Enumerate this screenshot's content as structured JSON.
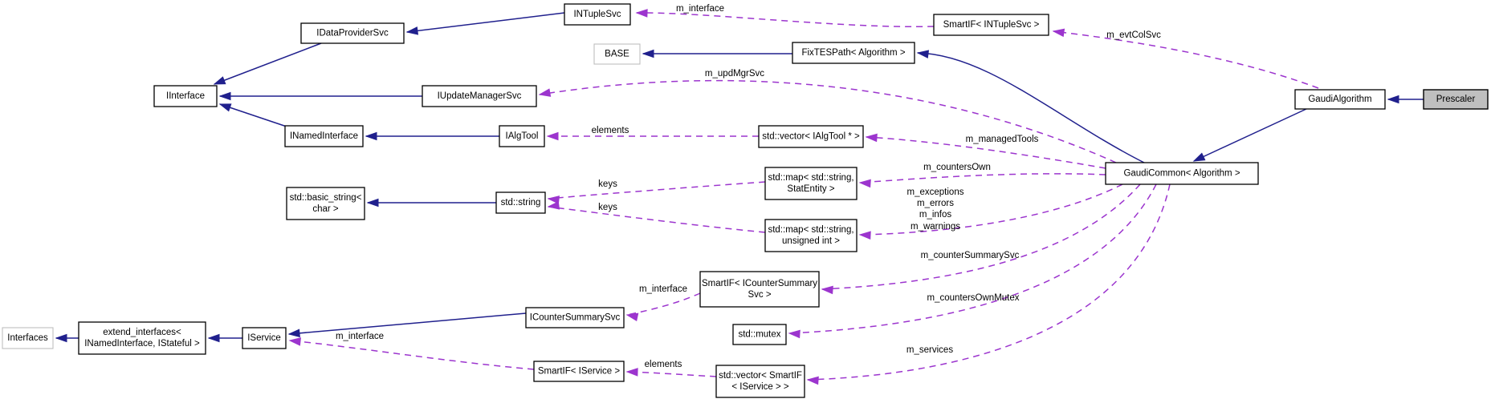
{
  "colors": {
    "inheritance_edge": "#20208d",
    "member_edge": "#9c35ce",
    "node_border": "#000000",
    "external_node_border": "#bebebe",
    "current_node_fill": "#bfbfbf",
    "background": "#ffffff"
  },
  "nodes": [
    {
      "id": "prescaler",
      "kind": "current",
      "lines": [
        "Prescaler"
      ]
    },
    {
      "id": "gaudialgorithm",
      "kind": "class",
      "lines": [
        "GaudiAlgorithm"
      ]
    },
    {
      "id": "gaudicommon",
      "kind": "class",
      "lines": [
        "GaudiCommon< Algorithm >"
      ]
    },
    {
      "id": "intuplesvc",
      "kind": "class",
      "lines": [
        "INTupleSvc"
      ]
    },
    {
      "id": "smartif_intuplesvc",
      "kind": "class",
      "lines": [
        "SmartIF< INTupleSvc >"
      ]
    },
    {
      "id": "idataprovidersvc",
      "kind": "class",
      "lines": [
        "IDataProviderSvc"
      ]
    },
    {
      "id": "base",
      "kind": "external",
      "lines": [
        "BASE"
      ]
    },
    {
      "id": "fixtespath",
      "kind": "class",
      "lines": [
        "FixTESPath< Algorithm >"
      ]
    },
    {
      "id": "iinterface",
      "kind": "class",
      "lines": [
        "IInterface"
      ]
    },
    {
      "id": "iupdatemanagersvc",
      "kind": "class",
      "lines": [
        "IUpdateManagerSvc"
      ]
    },
    {
      "id": "inamedinterface",
      "kind": "class",
      "lines": [
        "INamedInterface"
      ]
    },
    {
      "id": "ialgtool",
      "kind": "class",
      "lines": [
        "IAlgTool"
      ]
    },
    {
      "id": "vector_ialgtool",
      "kind": "class",
      "lines": [
        "std::vector< IAlgTool * >"
      ]
    },
    {
      "id": "basic_string",
      "kind": "class",
      "lines": [
        "std::basic_string<",
        "char >"
      ]
    },
    {
      "id": "stdstring",
      "kind": "class",
      "lines": [
        "std::string"
      ]
    },
    {
      "id": "map_stat",
      "kind": "class",
      "lines": [
        "std::map< std::string,",
        "StatEntity >"
      ]
    },
    {
      "id": "map_uint",
      "kind": "class",
      "lines": [
        "std::map< std::string,",
        "unsigned int >"
      ]
    },
    {
      "id": "interfaces",
      "kind": "external",
      "lines": [
        "Interfaces"
      ]
    },
    {
      "id": "extend_interfaces",
      "kind": "class",
      "lines": [
        "extend_interfaces<",
        "INamedInterface, IStateful >"
      ]
    },
    {
      "id": "iservice",
      "kind": "class",
      "lines": [
        "IService"
      ]
    },
    {
      "id": "icountersummarysvc",
      "kind": "class",
      "lines": [
        "ICounterSummarySvc"
      ]
    },
    {
      "id": "smartif_icss",
      "kind": "class",
      "lines": [
        "SmartIF< ICounterSummary",
        "Svc >"
      ]
    },
    {
      "id": "mutex",
      "kind": "class",
      "lines": [
        "std::mutex"
      ]
    },
    {
      "id": "smartif_iservice",
      "kind": "class",
      "lines": [
        "SmartIF< IService >"
      ]
    },
    {
      "id": "vector_smartif_iservice",
      "kind": "class",
      "lines": [
        "std::vector< SmartIF",
        "< IService > >"
      ]
    }
  ],
  "edges": [
    {
      "from": "prescaler",
      "to": "gaudialgorithm",
      "relation": "inheritance"
    },
    {
      "from": "gaudialgorithm",
      "to": "gaudicommon",
      "relation": "inheritance"
    },
    {
      "from": "gaudicommon",
      "to": "fixtespath",
      "relation": "inheritance"
    },
    {
      "from": "fixtespath",
      "to": "base",
      "relation": "inheritance"
    },
    {
      "from": "intuplesvc",
      "to": "idataprovidersvc",
      "relation": "inheritance"
    },
    {
      "from": "idataprovidersvc",
      "to": "iinterface",
      "relation": "inheritance"
    },
    {
      "from": "iupdatemanagersvc",
      "to": "iinterface",
      "relation": "inheritance"
    },
    {
      "from": "inamedinterface",
      "to": "iinterface",
      "relation": "inheritance"
    },
    {
      "from": "ialgtool",
      "to": "inamedinterface",
      "relation": "inheritance"
    },
    {
      "from": "stdstring",
      "to": "basic_string",
      "relation": "inheritance"
    },
    {
      "from": "extend_interfaces",
      "to": "interfaces",
      "relation": "inheritance"
    },
    {
      "from": "iservice",
      "to": "extend_interfaces",
      "relation": "inheritance"
    },
    {
      "from": "icountersummarysvc",
      "to": "iservice",
      "relation": "inheritance"
    },
    {
      "from": "smartif_intuplesvc",
      "to": "intuplesvc",
      "relation": "member",
      "label": "m_interface"
    },
    {
      "from": "gaudialgorithm",
      "to": "smartif_intuplesvc",
      "relation": "member",
      "label": "m_evtColSvc"
    },
    {
      "from": "gaudicommon",
      "to": "iupdatemanagersvc",
      "relation": "member",
      "label": "m_updMgrSvc"
    },
    {
      "from": "gaudicommon",
      "to": "vector_ialgtool",
      "relation": "member",
      "label": "m_managedTools"
    },
    {
      "from": "vector_ialgtool",
      "to": "ialgtool",
      "relation": "member",
      "label": "elements"
    },
    {
      "from": "gaudicommon",
      "to": "map_stat",
      "relation": "member",
      "label": "m_countersOwn"
    },
    {
      "from": "map_stat",
      "to": "stdstring",
      "relation": "member",
      "label": "keys"
    },
    {
      "from": "gaudicommon",
      "to": "map_uint",
      "relation": "member",
      "labels": [
        "m_exceptions",
        "m_errors",
        "m_infos",
        "m_warnings"
      ]
    },
    {
      "from": "map_uint",
      "to": "stdstring",
      "relation": "member",
      "label": "keys"
    },
    {
      "from": "gaudicommon",
      "to": "smartif_icss",
      "relation": "member",
      "label": "m_counterSummarySvc"
    },
    {
      "from": "gaudicommon",
      "to": "mutex",
      "relation": "member",
      "label": "m_countersOwnMutex"
    },
    {
      "from": "gaudicommon",
      "to": "vector_smartif_iservice",
      "relation": "member",
      "label": "m_services"
    },
    {
      "from": "smartif_icss",
      "to": "icountersummarysvc",
      "relation": "member",
      "label": "m_interface"
    },
    {
      "from": "vector_smartif_iservice",
      "to": "smartif_iservice",
      "relation": "member",
      "label": "elements"
    },
    {
      "from": "smartif_iservice",
      "to": "iservice",
      "relation": "member",
      "label": "m_interface"
    }
  ]
}
